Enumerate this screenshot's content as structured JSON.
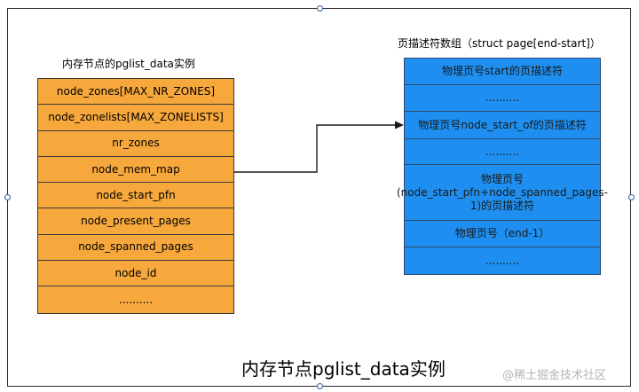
{
  "left_block": {
    "title": "内存节点的pglist_data实例",
    "fields": [
      "node_zones[MAX_NR_ZONES]",
      "node_zonelists[MAX_ZONELISTS]",
      "nr_zones",
      "node_mem_map",
      "node_start_pfn",
      "node_present_pages",
      "node_spanned_pages",
      "node_id",
      ".........."
    ]
  },
  "right_block": {
    "title": "页描述符数组（struct page[end-start]）",
    "rows": [
      "物理页号start的页描述符",
      "..........",
      "物理页号node_start_of的页描述符",
      "..........",
      "物理页号(node_start_pfn+node_spanned_pages-1)的页描述符",
      "物理页号（end-1）",
      ".........."
    ]
  },
  "bottom_title": "内存节点pglist_data实例",
  "watermark": "@稀土掘金技术社区",
  "colors": {
    "orange": "#f7a83c",
    "blue": "#1e8ff0"
  }
}
